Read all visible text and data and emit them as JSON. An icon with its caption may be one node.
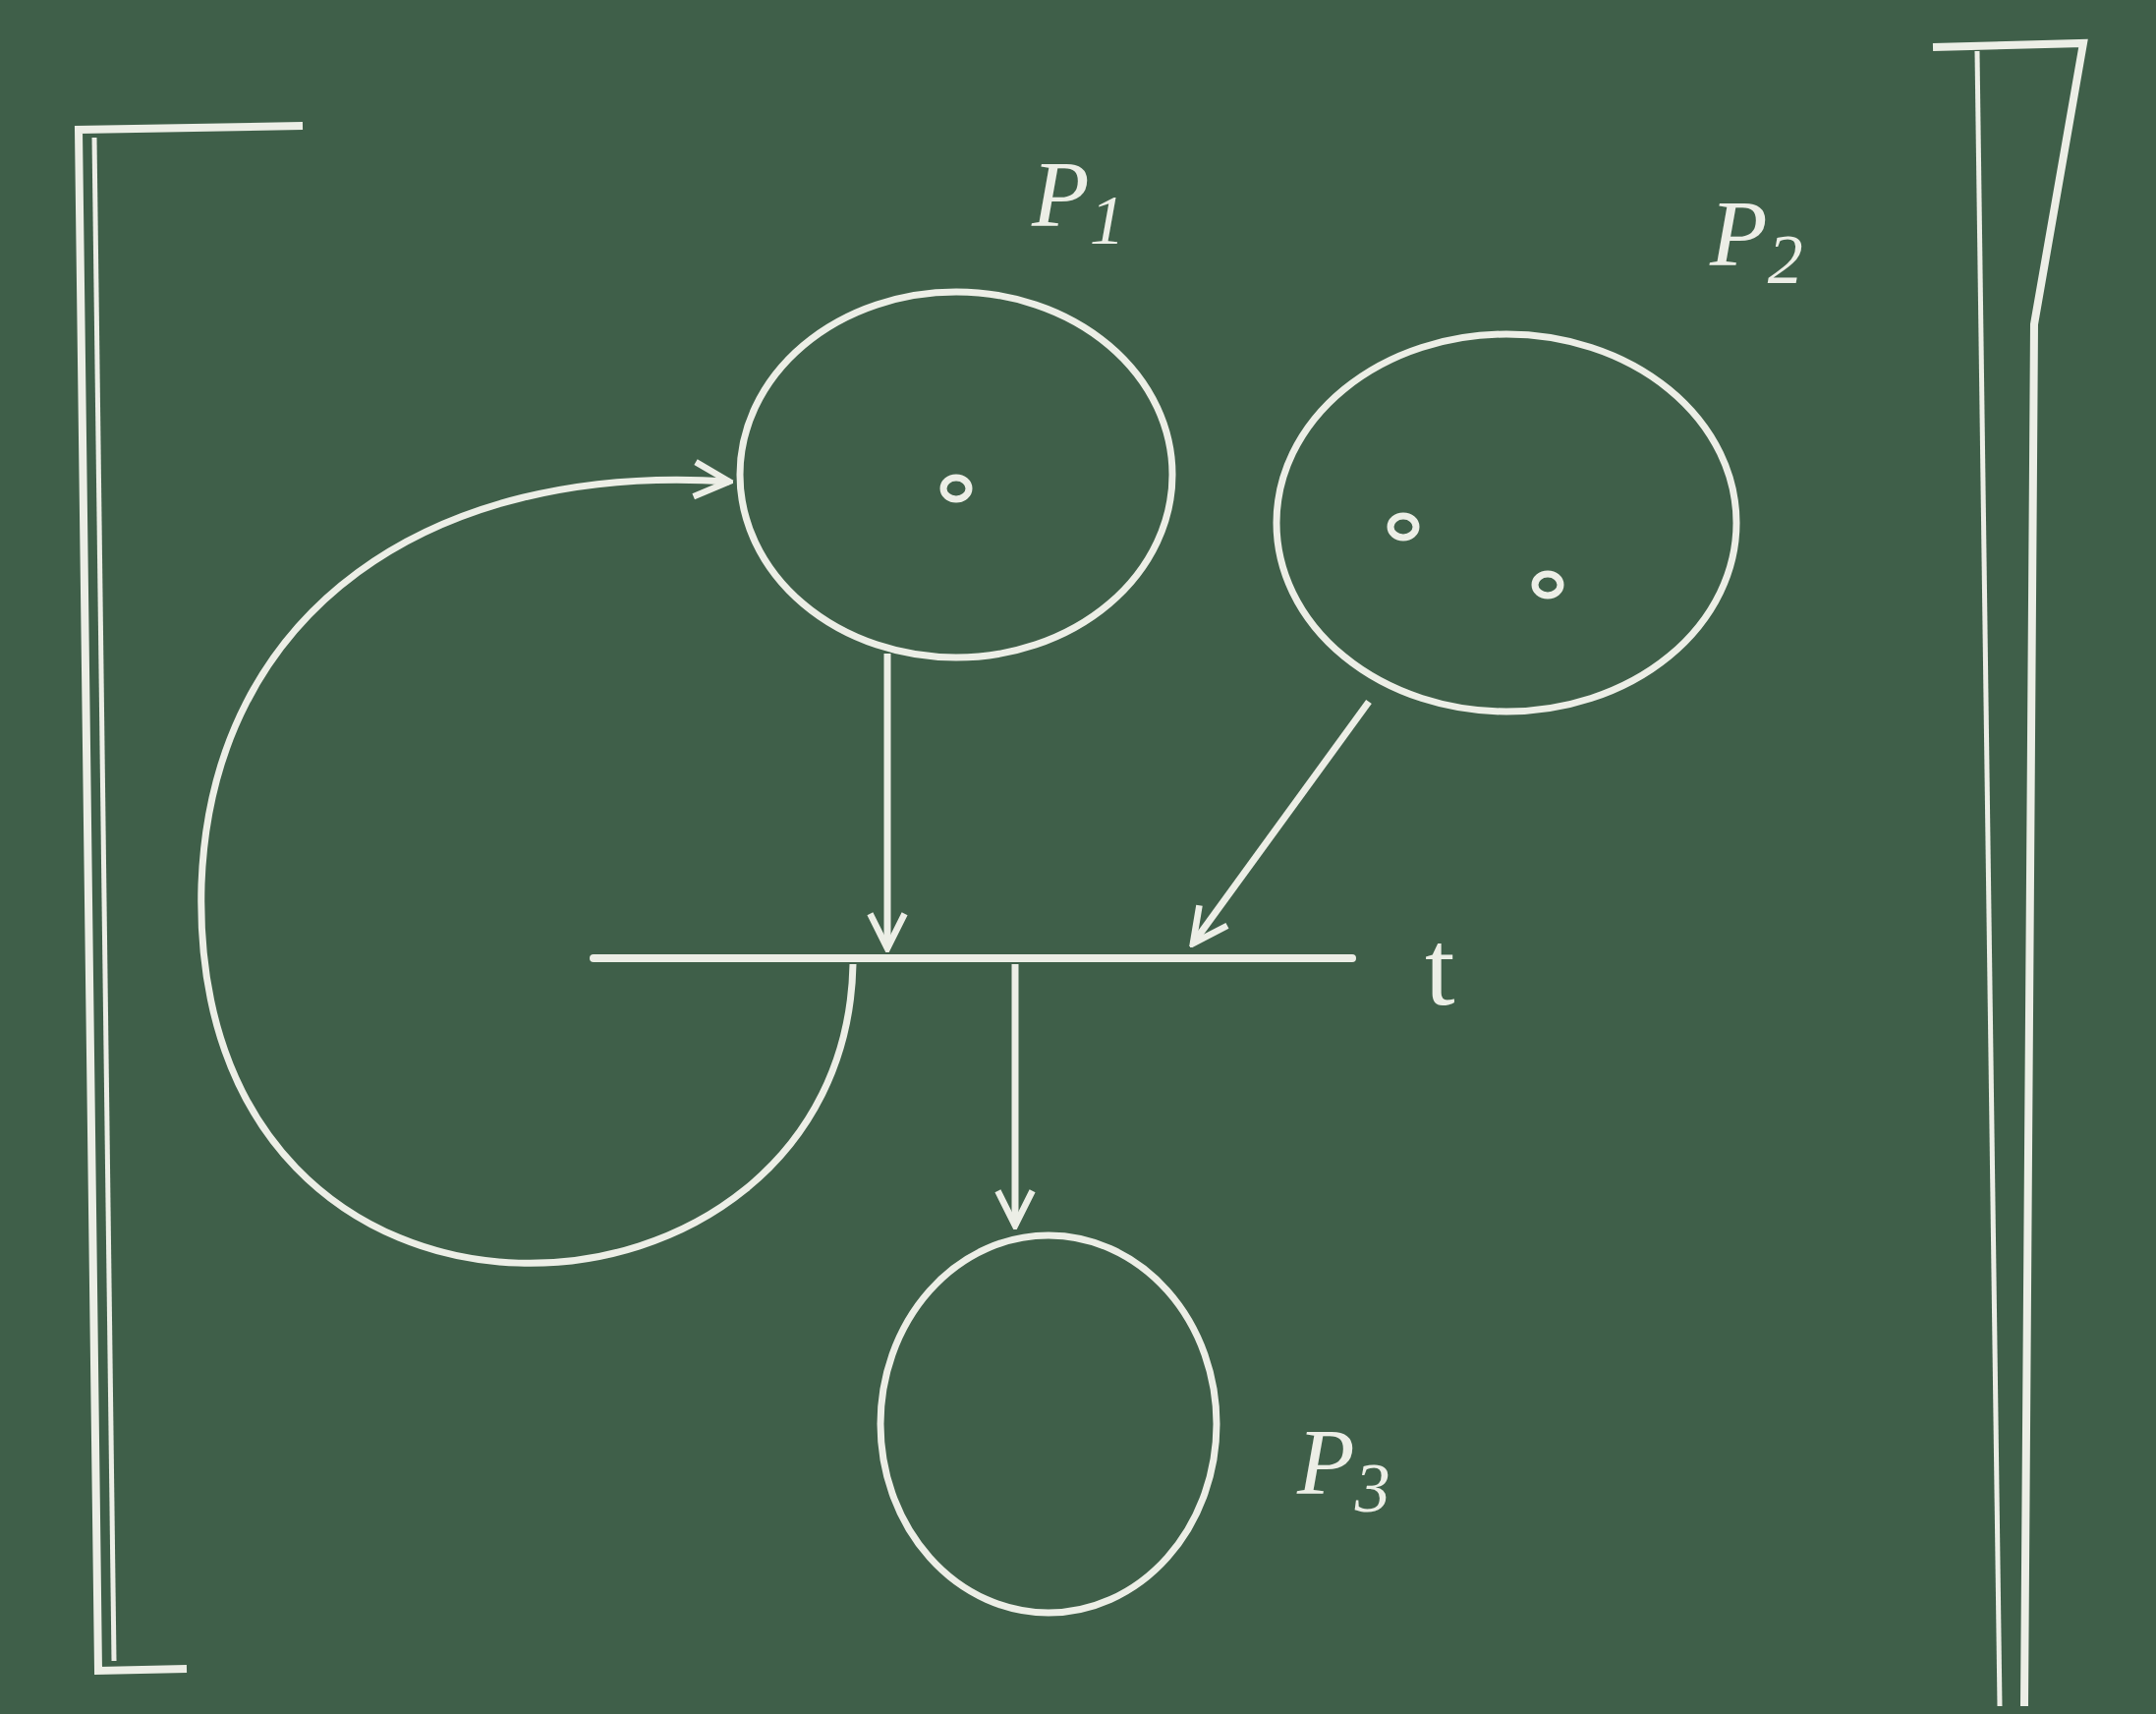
{
  "diagram": {
    "nodes": [
      {
        "text": [
          "P$_{1}$"
        ]
      },
      {
        "text": [],
        "shape": "circle",
        "in": 0
      },
      {
        "text": [
          "P$_{2}$"
        ]
      },
      {
        "text": [],
        "shape": "circle",
        "in": 2
      },
      {
        "text": [],
        "shape": "circle",
        "in": 2
      },
      {
        "text": [
          "t"
        ]
      },
      {
        "text": [
          "P$_{3}$"
        ]
      }
    ],
    "edges": [
      {
        "from": 0,
        "to": 5,
        "arrow": "to"
      },
      {
        "from": 2,
        "to": 5,
        "arrow": "to"
      },
      {
        "from": 5,
        "to": 6,
        "arrow": "to"
      },
      {
        "from": 5,
        "to": 0,
        "arrow": "to"
      }
    ]
  }
}
